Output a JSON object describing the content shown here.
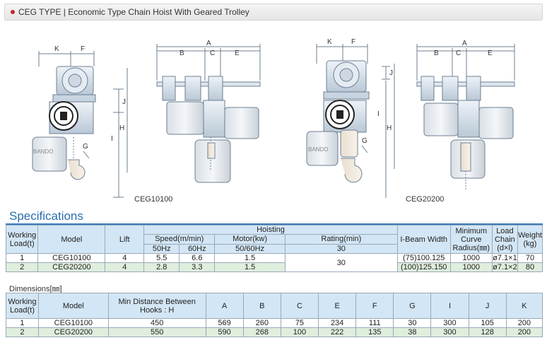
{
  "header": {
    "title": "CEG TYPE | Economic Type Chain Hoist With Geared Trolley"
  },
  "drawings": {
    "captions": [
      "CEG10100",
      "CEG20200"
    ],
    "dimension_letters": [
      "K",
      "F",
      "A",
      "B",
      "C",
      "E",
      "J",
      "I",
      "H",
      "G"
    ],
    "brand_text": "BANDO"
  },
  "specifications": {
    "title": "Specifications",
    "headers": {
      "working_load": "Working Load(t)",
      "model": "Model",
      "lift": "Lift",
      "hoisting": "Hoisting",
      "speed": "Speed(m/min)",
      "hz50": "50Hz",
      "hz60": "60Hz",
      "motor": "Motor(kw)",
      "motor_sub": "50/60Hz",
      "rating": "Rating(min)",
      "rating_sub": "30",
      "ibeam": "I-Beam Width",
      "min_curve": "Minimum Curve Radius(㎜)",
      "load_chain": "Load Chain (d×l)",
      "weight": "Weight (kg)"
    },
    "rows": [
      {
        "load": "1",
        "model": "CEG10100",
        "lift": "4",
        "s50": "5.5",
        "s60": "6.6",
        "motor": "1.5",
        "ibeam": "(75)100.125",
        "curve": "1000",
        "chain": "ø7.1×1",
        "weight": "70"
      },
      {
        "load": "2",
        "model": "CEG20200",
        "lift": "4",
        "s50": "2.8",
        "s60": "3.3",
        "motor": "1.5",
        "ibeam": "(100)125.150",
        "curve": "1000",
        "chain": "ø7.1×2",
        "weight": "80"
      }
    ],
    "rating_merged": "30"
  },
  "dimensions": {
    "title": "Dimensions[㎜]",
    "headers": [
      "Working Load(t)",
      "Model",
      "Min Distance Between Hooks : H",
      "A",
      "B",
      "C",
      "E",
      "F",
      "G",
      "I",
      "J",
      "K"
    ],
    "rows": [
      [
        "1",
        "CEG10100",
        "450",
        "569",
        "260",
        "75",
        "234",
        "111",
        "30",
        "300",
        "105",
        "200"
      ],
      [
        "2",
        "CEG20200",
        "550",
        "590",
        "268",
        "100",
        "222",
        "135",
        "38",
        "300",
        "128",
        "200"
      ]
    ]
  }
}
